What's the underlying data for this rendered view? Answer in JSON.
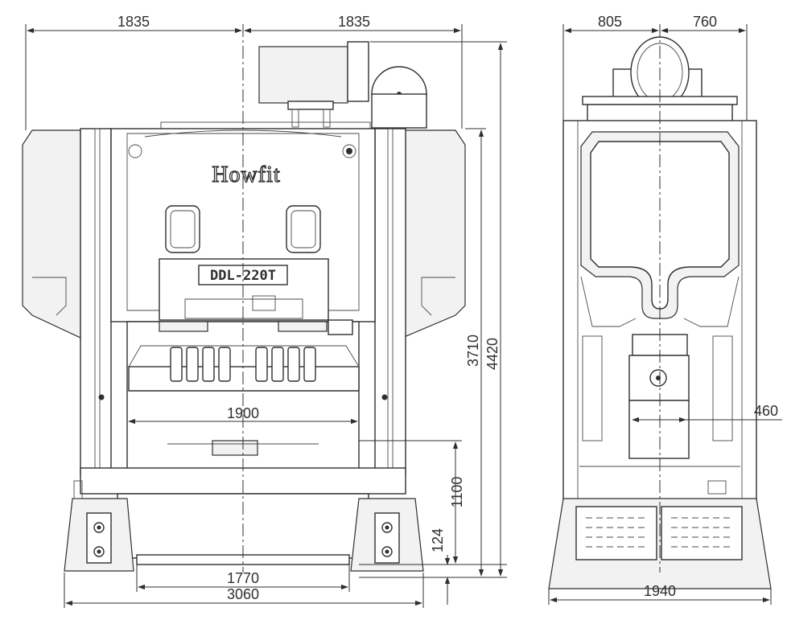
{
  "front_view": {
    "brand": "Howfit",
    "model": "DDL-220T",
    "dimensions": {
      "left_half_width": "1835",
      "right_half_width": "1835",
      "bolster_width": "1900",
      "bed_front_width": "1770",
      "base_width": "3060",
      "pass_line_height": "1100",
      "bed_height": "124",
      "frame_height": "3710",
      "overall_height": "4420"
    }
  },
  "side_view": {
    "dimensions": {
      "left_offset": "805",
      "right_offset": "760",
      "slide_depth": "460",
      "base_depth": "1940"
    }
  },
  "colors": {
    "line": "#2f2f2f",
    "background": "#ffffff"
  }
}
